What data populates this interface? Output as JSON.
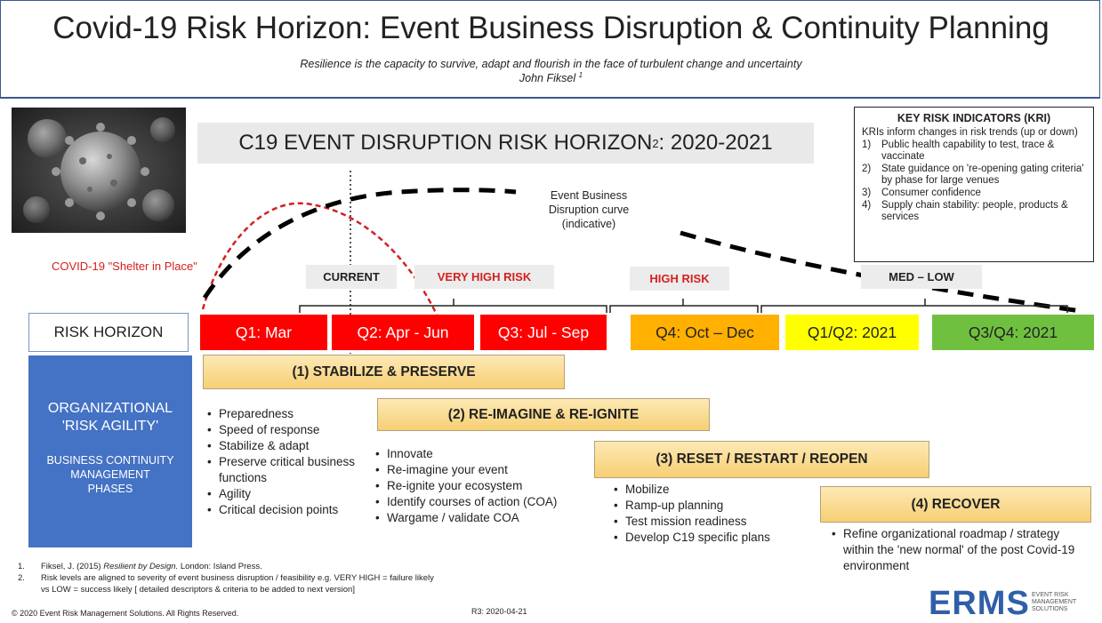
{
  "header": {
    "title": "Covid-19 Risk Horizon: Event Business Disruption & Continuity Planning",
    "quote": "Resilience is the capacity to survive, adapt and flourish in the face of turbulent change and uncertainty",
    "author": "John Fiksel",
    "author_ref": "1"
  },
  "horizon": {
    "title": "C19 EVENT DISRUPTION RISK HORIZON",
    "title_ref": "2",
    "title_years": ": 2020-2021",
    "covid_label": "COVID-19 \"Shelter in Place\"",
    "curve_label": "Event Business Disruption curve (indicative)",
    "curve_line1": "Event Business",
    "curve_line2": "Disruption curve",
    "curve_line3": "(indicative)"
  },
  "kri": {
    "title": "KEY RISK INDICATORS (KRI)",
    "intro": "KRIs inform changes in risk trends (up or down)",
    "items": [
      {
        "n": "1)",
        "text": "Public health capability to test, trace & vaccinate"
      },
      {
        "n": "2)",
        "text": "State guidance on 're-opening gating criteria' by phase for large venues"
      },
      {
        "n": "3)",
        "text": "Consumer confidence"
      },
      {
        "n": "4)",
        "text": "Supply chain stability: people, products & services"
      }
    ]
  },
  "risk_tags": {
    "current": "CURRENT",
    "very_high": "VERY HIGH RISK",
    "high": "HIGH RISK",
    "med_low": "MED – LOW"
  },
  "timeline": {
    "row_label": "RISK HORIZON",
    "quarters": [
      {
        "label": "Q1: Mar",
        "color": "#ff0000",
        "text_color": "#ffffff"
      },
      {
        "label": "Q2: Apr - Jun",
        "color": "#ff0000",
        "text_color": "#ffffff"
      },
      {
        "label": "Q3: Jul - Sep",
        "color": "#ff0000",
        "text_color": "#ffffff"
      },
      {
        "label": "Q4: Oct – Dec",
        "color": "#ffb000",
        "text_color": "#222222"
      },
      {
        "label": "Q1/Q2: 2021",
        "color": "#ffff00",
        "text_color": "#222222"
      },
      {
        "label": "Q3/Q4: 2021",
        "color": "#70c040",
        "text_color": "#222222"
      }
    ]
  },
  "org_box": {
    "line1": "ORGANIZATIONAL",
    "line2": "'RISK AGILITY'",
    "line3": "BUSINESS CONTINUITY",
    "line4": "MANAGEMENT",
    "line5": "PHASES",
    "color": "#4472c4"
  },
  "phases": [
    {
      "title": "(1) STABILIZE & PRESERVE",
      "bullets": [
        "Preparedness",
        "Speed of response",
        "Stabilize & adapt",
        "Preserve critical business functions",
        "Agility",
        "Critical decision points"
      ]
    },
    {
      "title": "(2) RE-IMAGINE & RE-IGNITE",
      "bullets": [
        "Innovate",
        "Re-imagine your event",
        "Re-ignite your ecosystem",
        "Identify courses of action (COA)",
        "Wargame / validate COA"
      ]
    },
    {
      "title": "(3) RESET / RESTART / REOPEN",
      "bullets": [
        "Mobilize",
        "Ramp-up planning",
        "Test mission readiness",
        "Develop C19 specific plans"
      ]
    },
    {
      "title": "(4) RECOVER",
      "bullets": [
        "Refine organizational roadmap / strategy within the 'new normal' of the post Covid-19 environment"
      ]
    }
  ],
  "footnotes": [
    {
      "n": "1.",
      "pre": "Fiksel, J. (2015) ",
      "em": "Resilient by Design.",
      "post": " London: Island Press."
    },
    {
      "n": "2.",
      "pre": "Risk levels are aligned to severity of event business disruption / feasibility e.g. VERY HIGH = failure likely",
      "em": "",
      "post": ""
    },
    {
      "n": "",
      "pre": "vs LOW = success likely [ detailed descriptors & criteria to be added to next version]",
      "em": "",
      "post": ""
    }
  ],
  "footer": {
    "copyright": "© 2020 Event Risk Management Solutions. All Rights Reserved.",
    "revision": "R3: 2020-04-21",
    "logo": "ERMS",
    "logo_sub1": "EVENT RISK",
    "logo_sub2": "MANAGEMENT",
    "logo_sub3": "SOLUTIONS"
  },
  "colors": {
    "covid_curve": "#d42020",
    "disruption_curve": "#000000",
    "header_border": "#3c5a8a",
    "risk_red": "#d42020"
  }
}
